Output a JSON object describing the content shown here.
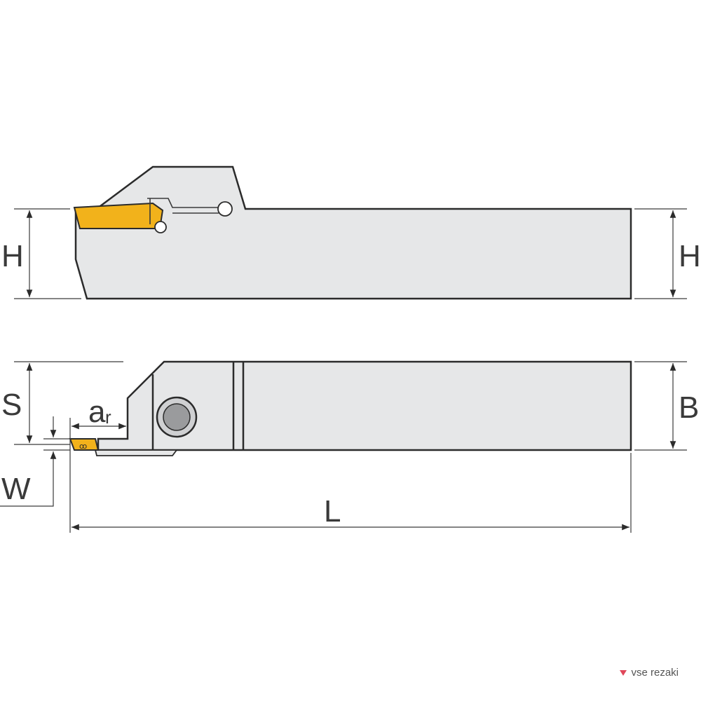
{
  "labels": {
    "H_left": "H",
    "H_right": "H",
    "S": "S",
    "a": "a",
    "a_sub": "r",
    "B": "B",
    "W": "W",
    "L": "L"
  },
  "watermark": {
    "text": "vse rezaki",
    "accent": "#e0475a"
  },
  "colors": {
    "body": "#e6e7e8",
    "insert": "#f2b21b",
    "outline": "#2b2b2b"
  }
}
